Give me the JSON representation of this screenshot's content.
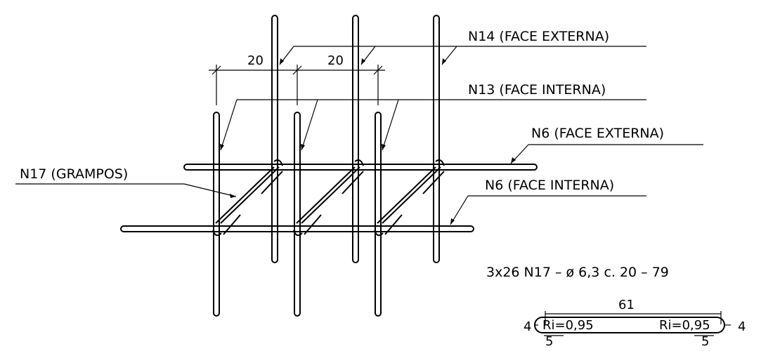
{
  "labels": {
    "n14": "N14 (FACE EXTERNA)",
    "n13": "N13 (FACE INTERNA)",
    "n6_ext": "N6 (FACE EXTERNA)",
    "n6_int": "N6 (FACE INTERNA)",
    "n17": "N17 (GRAMPOS)"
  },
  "spacing": {
    "left": "20",
    "right": "20"
  },
  "spec": {
    "callout": "3x26 N17 – ø 6,3 c. 20 – 79",
    "length": "61",
    "hook_left": "4",
    "hook_right": "4",
    "radius_left": "Ri=0,95",
    "radius_right": "Ri=0,95",
    "bend_left": "5",
    "bend_right": "5"
  }
}
